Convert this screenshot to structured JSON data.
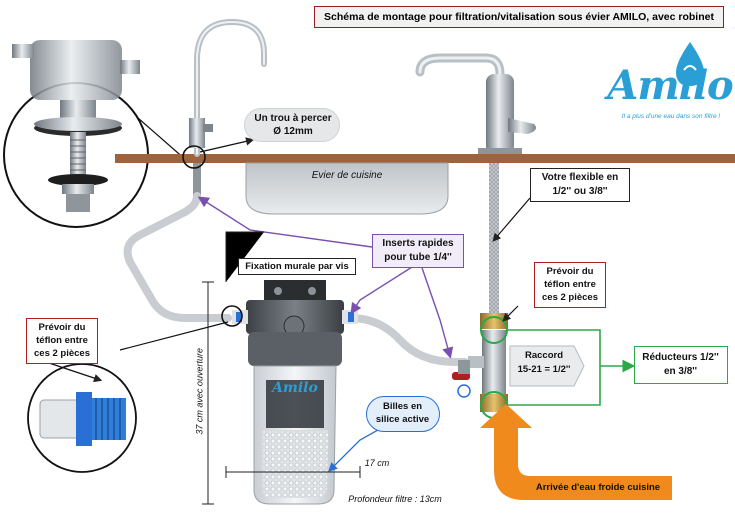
{
  "title": "Schéma de montage pour filtration/vitalisation sous évier AMILO, avec robinet",
  "brand": {
    "name": "Amilo",
    "tagline": "Il a plus d'une eau dans son filtre !",
    "cartridge_logo": "Amilo",
    "color": "#2a9fd6"
  },
  "labels": {
    "hole": {
      "line1": "Un trou à percer",
      "line2": "Ø 12mm"
    },
    "sink": "Evier de cuisine",
    "flex": {
      "line1": "Votre flexible en",
      "line2": "1/2'' ou 3/8''"
    },
    "inserts": {
      "line1": "Inserts rapides",
      "line2": "pour tube 1/4''"
    },
    "wall_mount": "Fixation murale par vis",
    "teflon_right": {
      "line1": "Prévoir du",
      "line2": "téflon entre",
      "line3": "ces 2 pièces"
    },
    "teflon_left": {
      "line1": "Prévoir du",
      "line2": "téflon entre",
      "line3": "ces 2 pièces"
    },
    "raccord": {
      "line1": "Raccord",
      "line2": "15-21 = 1/2''"
    },
    "reducers": {
      "line1": "Réducteurs 1/2''",
      "line2": "en 3/8''"
    },
    "silica": {
      "line1": "Billes en",
      "line2": "silice active"
    },
    "height": "37 cm avec ouverture",
    "width": "17 cm",
    "depth": "Profondeur filtre : 13cm",
    "cold_water": "Arrivée d'eau froide cuisine"
  },
  "colors": {
    "counter": "#a0623a",
    "red_border": "#b01e1e",
    "purple": "#7a4fb0",
    "green": "#2aa84a",
    "orange": "#f08a1c",
    "tube": "#c9cdd1",
    "chrome": "#9aa3aa"
  }
}
